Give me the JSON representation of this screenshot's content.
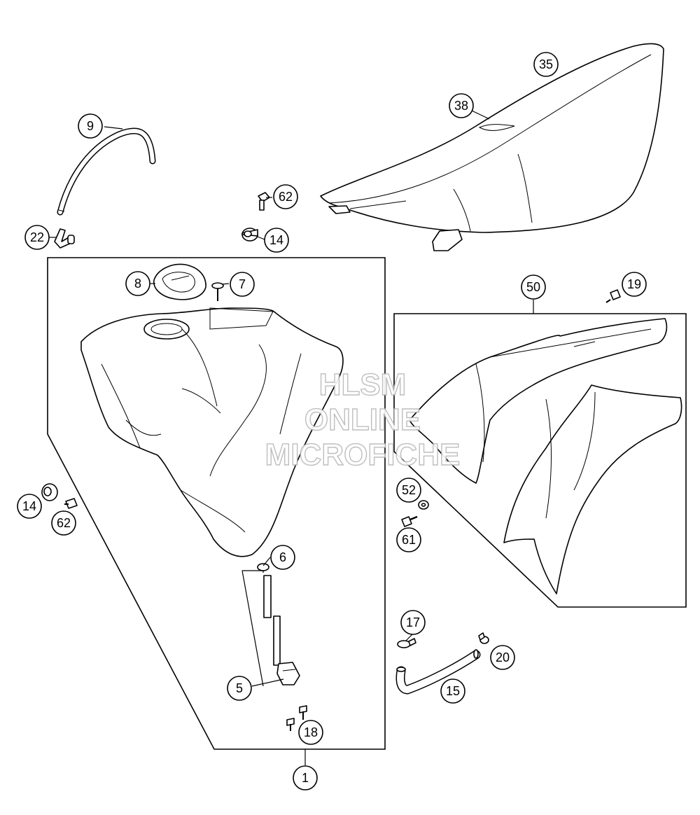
{
  "diagram": {
    "callouts": [
      "35",
      "38",
      "9",
      "62",
      "22",
      "14",
      "8",
      "7",
      "50",
      "19",
      "14",
      "62",
      "6",
      "52",
      "61",
      "17",
      "20",
      "5",
      "15",
      "18",
      "1"
    ]
  },
  "watermark": {
    "line1": "HLSM",
    "line2": "ONLINE",
    "line3": "MICROFICHE"
  }
}
